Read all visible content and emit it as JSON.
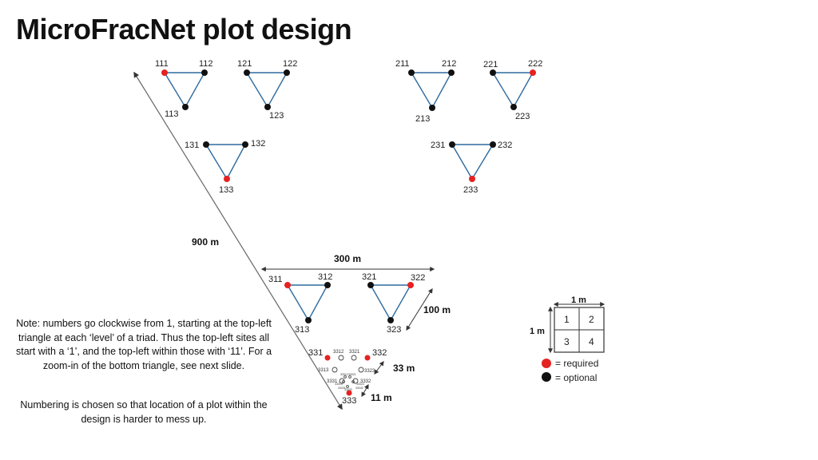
{
  "title": "MicroFracNet plot design",
  "colors": {
    "required": "#e52222",
    "optional": "#111111",
    "edge": "#2e6a9e",
    "axis": "#666666"
  },
  "distances": {
    "large": "900 m",
    "span": "300 m",
    "triad": "100 m",
    "sub": "33 m",
    "micro": "11 m"
  },
  "grid": {
    "width_label": "1 m",
    "height_label": "1 m",
    "cells": [
      "1",
      "2",
      "3",
      "4"
    ]
  },
  "legend": {
    "required": "= required",
    "optional": "= optional"
  },
  "note": {
    "para1": "Note: numbers go clockwise from 1, starting at the top-left triangle at each  ‘level’ of a triad. Thus the top-left sites all start with a ‘1’, and the top-left within those with ‘11’. For a zoom-in of the bottom triangle, see next slide.",
    "para2": "Numbering is chosen so that location of a plot within the design is harder to mess up."
  },
  "plots": {
    "p111": "111",
    "p112": "112",
    "p113": "113",
    "p121": "121",
    "p122": "122",
    "p123": "123",
    "p131": "131",
    "p132": "132",
    "p133": "133",
    "p211": "211",
    "p212": "212",
    "p213": "213",
    "p221": "221",
    "p222": "222",
    "p223": "223",
    "p231": "231",
    "p232": "232",
    "p233": "233",
    "p311": "311",
    "p312": "312",
    "p313": "313",
    "p321": "321",
    "p322": "322",
    "p323": "323",
    "p331": "331",
    "p332": "332",
    "p333": "333",
    "p3312": "3312",
    "p3321": "3321",
    "p3313": "3313",
    "p3323": "3323",
    "p3331": "3331",
    "p3332": "3332"
  },
  "micro_plots": {
    "m33312": "33312",
    "m33321": "33321",
    "m33313": "33313",
    "m33323": "33323",
    "m33331": "33331",
    "m33332": "33332",
    "m33333": "33333"
  },
  "plot_status": {
    "p111": "required",
    "p112": "optional",
    "p113": "optional",
    "p121": "optional",
    "p122": "optional",
    "p123": "optional",
    "p131": "optional",
    "p132": "optional",
    "p133": "required",
    "p211": "optional",
    "p212": "optional",
    "p213": "optional",
    "p221": "optional",
    "p222": "required",
    "p223": "optional",
    "p231": "optional",
    "p232": "optional",
    "p233": "required",
    "p311": "required",
    "p312": "optional",
    "p313": "optional",
    "p321": "optional",
    "p322": "required",
    "p323": "optional",
    "p331": "required",
    "p332": "required",
    "p333": "required"
  }
}
